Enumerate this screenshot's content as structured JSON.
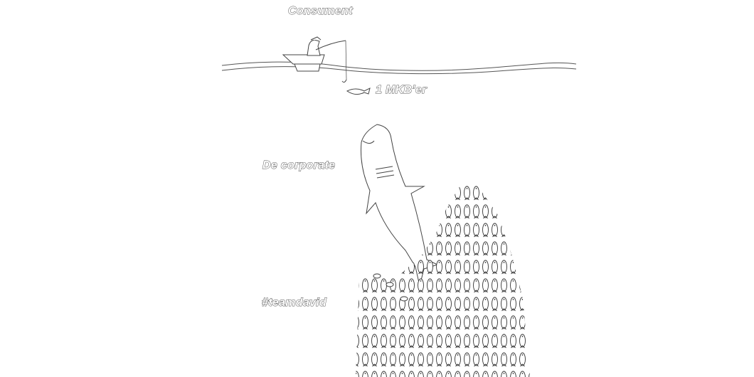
{
  "labels": {
    "consumer": "Consument",
    "sme": "1 MKB’er",
    "corporate": "De corporate",
    "team": "#teamdavid"
  },
  "colors": {
    "line": "#444444",
    "background": "#ffffff"
  }
}
